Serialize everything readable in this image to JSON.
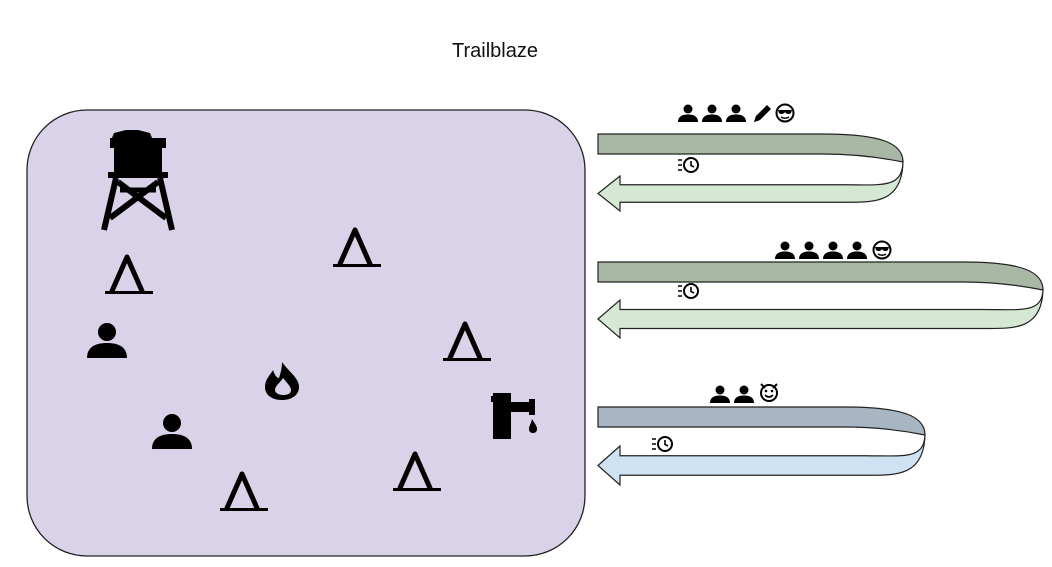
{
  "title": "Trailblaze",
  "colors": {
    "campground_fill": "#d9d2e8",
    "loop_top": "#a9b8a5",
    "loop_arrow": "#d5e8d4",
    "loop_blue_top": "#a8b5c2",
    "loop_blue_arrow": "#cfe2f3",
    "outline": "#222222",
    "icon": "#000000"
  },
  "campground": {
    "icons": [
      "watchtower-icon",
      "tent-icon",
      "tent-icon",
      "tent-icon",
      "tent-icon",
      "tent-icon",
      "person-icon",
      "person-icon",
      "campfire-icon",
      "water-tap-icon"
    ]
  },
  "trails": [
    {
      "hikers": 3,
      "extras": [
        "pencil-icon",
        "cool-face-icon"
      ],
      "badge": "fast-clock-icon",
      "color": "green"
    },
    {
      "hikers": 4,
      "extras": [
        "cool-face-icon"
      ],
      "badge": "fast-clock-icon",
      "color": "green"
    },
    {
      "hikers": 2,
      "extras": [
        "devil-face-icon"
      ],
      "badge": "fast-clock-icon",
      "color": "blue"
    }
  ]
}
